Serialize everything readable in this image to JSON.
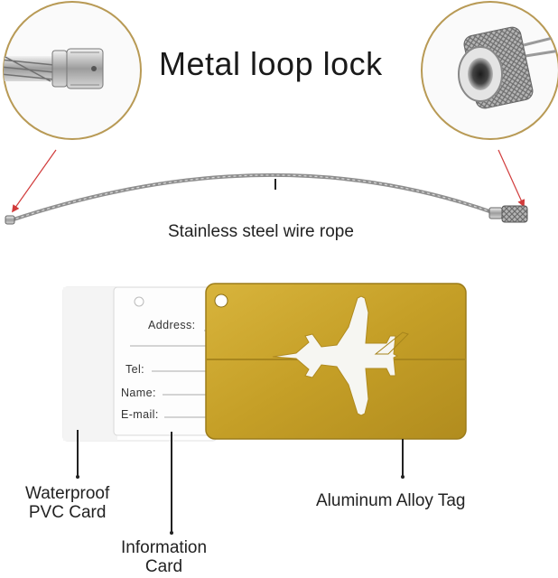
{
  "title": "Metal loop lock",
  "labels": {
    "wire": "Stainless steel wire rope",
    "pvc_card": [
      "Waterproof",
      "PVC Card"
    ],
    "info_card": [
      "Information",
      "Card"
    ],
    "alloy_tag": "Aluminum Alloy Tag"
  },
  "card_fields": {
    "address": "Address:",
    "tel": "Tel:",
    "name": "Name:",
    "email": "E-mail:"
  },
  "colors": {
    "circle_border": "#b89a55",
    "arrow": "#d13b3b",
    "tag_gold": "#c9a32a",
    "wire": "#9a9a9a"
  }
}
